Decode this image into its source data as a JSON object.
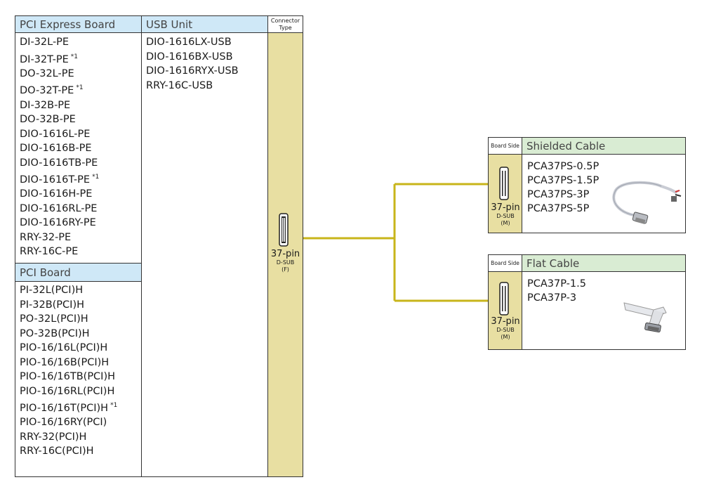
{
  "colors": {
    "header_blue": "#cfe8f7",
    "header_green": "#d9ecd3",
    "connector_fill": "#e8dfa2",
    "line_yellow": "#c8b51a"
  },
  "pcie": {
    "title": "PCI Express Board",
    "items": [
      "DI-32L-PE",
      "DI-32T-PE",
      "DO-32L-PE",
      "DO-32T-PE",
      "DI-32B-PE",
      "DO-32B-PE",
      "DIO-1616L-PE",
      "DIO-1616B-PE",
      "DIO-1616TB-PE",
      "DIO-1616T-PE",
      "DIO-1616H-PE",
      "DIO-1616RL-PE",
      "DIO-1616RY-PE",
      "RRY-32-PE",
      "RRY-16C-PE"
    ],
    "notes": [
      "",
      "*1",
      "",
      "*1",
      "",
      "",
      "",
      "",
      "",
      "*1",
      "",
      "",
      "",
      "",
      ""
    ]
  },
  "pci": {
    "title": "PCI Board",
    "items": [
      "PI-32L(PCI)H",
      "PI-32B(PCI)H",
      "PO-32L(PCI)H",
      "PO-32B(PCI)H",
      "PIO-16/16L(PCI)H",
      "PIO-16/16B(PCI)H",
      "PIO-16/16TB(PCI)H",
      "PIO-16/16RL(PCI)H",
      "PIO-16/16T(PCI)H",
      "PIO-16/16RY(PCI)",
      "RRY-32(PCI)H",
      "RRY-16C(PCI)H"
    ],
    "notes": [
      "",
      "",
      "",
      "",
      "",
      "",
      "",
      "",
      "*1",
      "",
      "",
      ""
    ]
  },
  "usb": {
    "title": "USB Unit",
    "items": [
      "DIO-1616LX-USB",
      "DIO-1616BX-USB",
      "DIO-1616RYX-USB",
      "RRY-16C-USB"
    ]
  },
  "connector": {
    "header_line1": "Connector",
    "header_line2": "Type",
    "pin": "37-pin",
    "type": "D-SUB",
    "gender": "(F)"
  },
  "cables": [
    {
      "board_side": "Board Side",
      "title": "Shielded Cable",
      "pin": "37-pin",
      "type": "D-SUB",
      "gender": "(M)",
      "items": [
        "PCA37PS-0.5P",
        "PCA37PS-1.5P",
        "PCA37PS-3P",
        "PCA37PS-5P"
      ]
    },
    {
      "board_side": "Board Side",
      "title": "Flat Cable",
      "pin": "37-pin",
      "type": "D-SUB",
      "gender": "(M)",
      "items": [
        "PCA37P-1.5",
        "PCA37P-3"
      ]
    }
  ]
}
